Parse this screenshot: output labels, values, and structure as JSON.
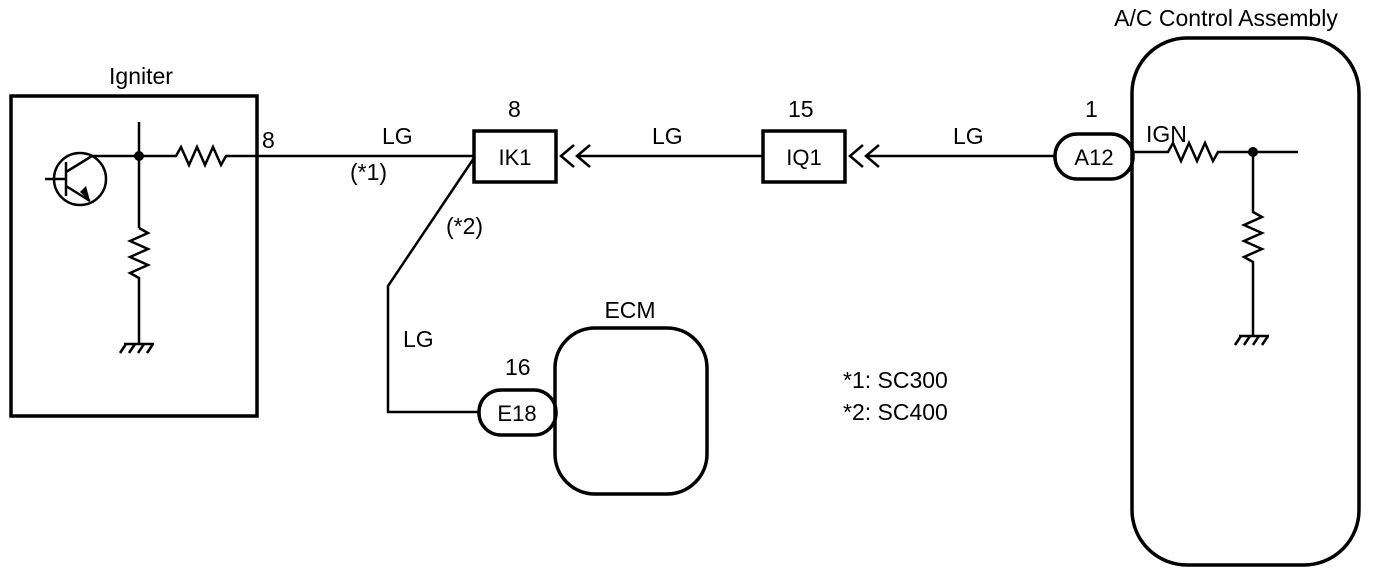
{
  "components": {
    "igniter": {
      "title": "Igniter",
      "pin": "8"
    },
    "ac_control": {
      "title": "A/C Control Assembly",
      "pin": "1",
      "connector": "A12",
      "signal": "IGN"
    },
    "ecm": {
      "title": "ECM",
      "pin": "16",
      "connector": "E18"
    }
  },
  "connectors": {
    "ik1": {
      "label": "IK1",
      "pin": "8"
    },
    "iq1": {
      "label": "IQ1",
      "pin": "15"
    }
  },
  "wires": {
    "igniter_to_ik1": {
      "color": "LG",
      "note": "(*1)"
    },
    "ik1_to_iq1": {
      "color": "LG"
    },
    "iq1_to_a12": {
      "color": "LG"
    },
    "ik1_to_ecm": {
      "color": "LG",
      "note": "(*2)"
    }
  },
  "notes": {
    "note1": "*1: SC300",
    "note2": "*2: SC400"
  }
}
